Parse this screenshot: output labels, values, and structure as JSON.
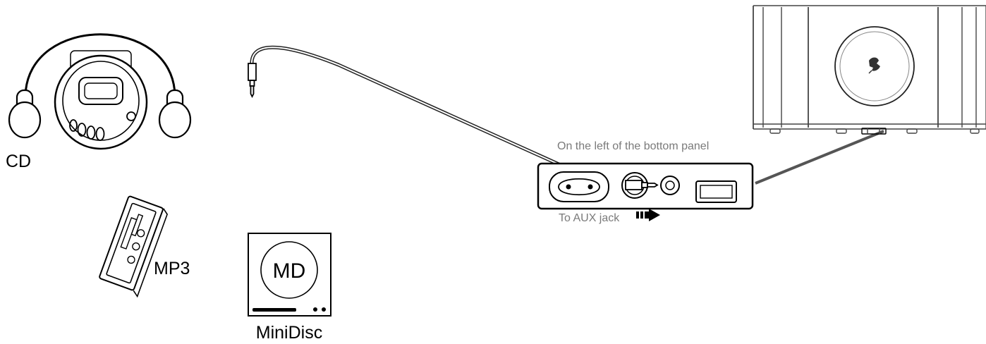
{
  "devices": {
    "cd_label": "CD",
    "mp3_label": "MP3",
    "minidisc_label": "MiniDisc",
    "minidisc_disc_text": "MD"
  },
  "connection": {
    "panel_location_text": "On the left of the bottom panel",
    "aux_jack_text": "To AUX jack"
  },
  "colors": {
    "line": "#000000",
    "cable": "#222222",
    "muted_text": "#7a7a7a",
    "device_outline": "#555555"
  }
}
